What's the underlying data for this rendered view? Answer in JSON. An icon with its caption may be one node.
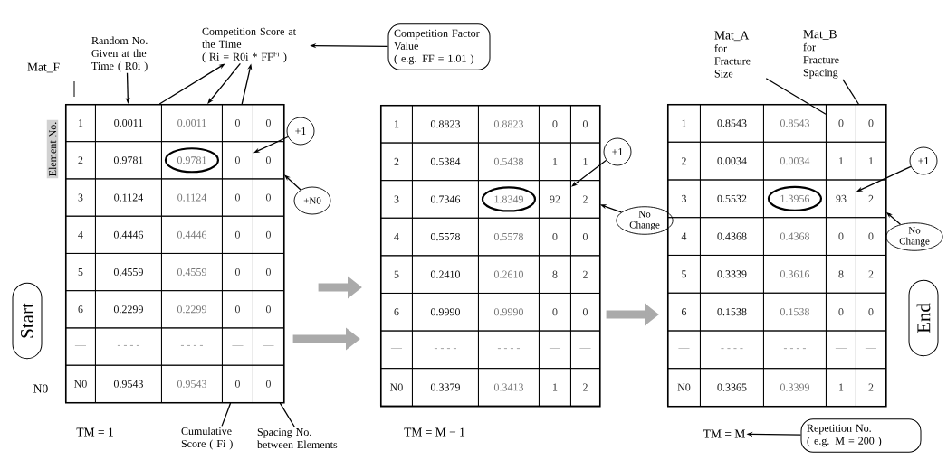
{
  "diagram": {
    "nodes": [
      {
        "text": [
          "Random No. Given at the Time ( R0i )"
        ]
      },
      {
        "text": [
          "Competition Score at the Time",
          "( Ri = R0i * FF$^{Fi}$ )"
        ]
      },
      {
        "text": [
          "Competition Factor Value",
          "( e.g.  FF = 1.01 )"
        ]
      },
      {
        "text": [
          "Mat_A",
          "for Fracture Size"
        ]
      },
      {
        "text": [
          "Mat_B",
          "for Fracture Spacing"
        ]
      },
      {
        "text": [],
        "shape": "box"
      },
      {
        "text": [
          "1"
        ],
        "in": 5
      },
      {
        "text": [
          "0.0011"
        ],
        "in": 5
      },
      {
        "text": [
          "0.0011"
        ],
        "in": 5
      },
      {
        "text": [
          "0"
        ],
        "in": 5
      },
      {
        "text": [
          "0"
        ],
        "in": 5
      },
      {
        "text": [
          "2"
        ],
        "in": 5
      },
      {
        "text": [
          "0.9781"
        ],
        "in": 5
      },
      {
        "text": [
          "0.9781"
        ],
        "in": 5
      },
      {
        "text": [
          "0"
        ],
        "in": 5
      },
      {
        "text": [
          "0"
        ],
        "in": 5
      },
      {
        "text": [
          "3"
        ],
        "in": 5
      },
      {
        "text": [
          "0.1124"
        ],
        "in": 5
      },
      {
        "text": [
          "0.1124"
        ],
        "in": 5
      },
      {
        "text": [
          "0"
        ],
        "in": 5
      },
      {
        "text": [
          "0"
        ],
        "in": 5
      },
      {
        "text": [
          "4"
        ],
        "in": 5
      },
      {
        "text": [
          "0.4446"
        ],
        "in": 5
      },
      {
        "text": [
          "0.4446"
        ],
        "in": 5
      },
      {
        "text": [
          "0"
        ],
        "in": 5
      },
      {
        "text": [
          "0"
        ],
        "in": 5
      },
      {
        "text": [
          "5"
        ],
        "in": 5
      },
      {
        "text": [
          "0.4559"
        ],
        "in": 5
      },
      {
        "text": [
          "0.4559"
        ],
        "in": 5
      },
      {
        "text": [
          "0"
        ],
        "in": 5
      },
      {
        "text": [
          "0"
        ],
        "in": 5
      },
      {
        "text": [
          "6"
        ],
        "in": 5
      },
      {
        "text": [
          "0.2299"
        ],
        "in": 5
      },
      {
        "text": [
          "0.2299"
        ],
        "in": 5
      },
      {
        "text": [
          "0"
        ],
        "in": 5
      },
      {
        "text": [
          "0"
        ],
        "in": 5
      },
      {
        "text": [
          "—"
        ],
        "in": 5
      },
      {
        "text": [
          "- - - -"
        ],
        "in": 5
      },
      {
        "text": [
          "- - - -"
        ],
        "in": 5
      },
      {
        "text": [
          "—"
        ],
        "in": 5
      },
      {
        "text": [
          "—"
        ],
        "in": 5
      },
      {
        "text": [
          "N0"
        ],
        "in": 5
      },
      {
        "text": [
          "0.9543"
        ],
        "in": 5
      },
      {
        "text": [
          "0.9543"
        ],
        "in": 5
      },
      {
        "text": [
          "0"
        ],
        "in": 5
      },
      {
        "text": [
          "0"
        ],
        "in": 5
      },
      {
        "text": [],
        "shape": "box"
      },
      {
        "text": [
          "1"
        ],
        "in": 46
      },
      {
        "text": [
          "0.8823"
        ],
        "in": 46
      },
      {
        "text": [
          "0.8823"
        ],
        "in": 46
      },
      {
        "text": [
          "0"
        ],
        "in": 46
      },
      {
        "text": [
          "0"
        ],
        "in": 46
      },
      {
        "text": [
          "2"
        ],
        "in": 46
      },
      {
        "text": [
          "0.5384"
        ],
        "in": 46
      },
      {
        "text": [
          "0.5438"
        ],
        "in": 46
      },
      {
        "text": [
          "1"
        ],
        "in": 46
      },
      {
        "text": [
          "1"
        ],
        "in": 46
      },
      {
        "text": [
          "3"
        ],
        "in": 46
      },
      {
        "text": [
          "0.7346"
        ],
        "in": 46
      },
      {
        "text": [
          "1.8349"
        ],
        "in": 46
      },
      {
        "text": [
          "92"
        ],
        "in": 46
      },
      {
        "text": [
          "2"
        ],
        "in": 46
      },
      {
        "text": [
          "4"
        ],
        "in": 46
      },
      {
        "text": [
          "0.5578"
        ],
        "in": 46
      },
      {
        "text": [
          "0.5578"
        ],
        "in": 46
      },
      {
        "text": [
          "0"
        ],
        "in": 46
      },
      {
        "text": [
          "0"
        ],
        "in": 46
      },
      {
        "text": [
          "5"
        ],
        "in": 46
      },
      {
        "text": [
          "0.2410"
        ],
        "in": 46
      },
      {
        "text": [
          "0.2610"
        ],
        "in": 46
      },
      {
        "text": [
          "8"
        ],
        "in": 46
      },
      {
        "text": [
          "2"
        ],
        "in": 46
      },
      {
        "text": [
          "6"
        ],
        "in": 46
      },
      {
        "text": [
          "0.9990"
        ],
        "in": 46
      },
      {
        "text": [
          "0.9990"
        ],
        "in": 46
      },
      {
        "text": [
          "0"
        ],
        "in": 46
      },
      {
        "text": [
          "0"
        ],
        "in": 46
      },
      {
        "text": [
          "—"
        ],
        "in": 46
      },
      {
        "text": [
          "- - - -"
        ],
        "in": 46
      },
      {
        "text": [
          "- - - -"
        ],
        "in": 46
      },
      {
        "text": [
          "—"
        ],
        "in": 46
      },
      {
        "text": [
          "—"
        ],
        "in": 46
      },
      {
        "text": [
          "N0"
        ],
        "in": 46
      },
      {
        "text": [
          "0.3379"
        ],
        "in": 46
      },
      {
        "text": [
          "0.3413"
        ],
        "in": 46
      },
      {
        "text": [
          "1"
        ],
        "in": 46
      },
      {
        "text": [
          "2"
        ],
        "in": 46
      },
      {
        "text": [],
        "shape": "box"
      },
      {
        "text": [
          "1"
        ],
        "in": 87
      },
      {
        "text": [
          "0.8543"
        ],
        "in": 87
      },
      {
        "text": [
          "0.8543"
        ],
        "in": 87
      },
      {
        "text": [
          "0"
        ],
        "in": 87
      },
      {
        "text": [
          "0"
        ],
        "in": 87
      },
      {
        "text": [
          "2"
        ],
        "in": 87
      },
      {
        "text": [
          "0.0034"
        ],
        "in": 87
      },
      {
        "text": [
          "0.0034"
        ],
        "in": 87
      },
      {
        "text": [
          "1"
        ],
        "in": 87
      },
      {
        "text": [
          "1"
        ],
        "in": 87
      },
      {
        "text": [
          "3"
        ],
        "in": 87
      },
      {
        "text": [
          "0.5532"
        ],
        "in": 87
      },
      {
        "text": [
          "1.3956"
        ],
        "in": 87
      },
      {
        "text": [
          "93"
        ],
        "in": 87
      },
      {
        "text": [
          "2"
        ],
        "in": 87
      },
      {
        "text": [
          "4"
        ],
        "in": 87
      },
      {
        "text": [
          "0.4368"
        ],
        "in": 87
      },
      {
        "text": [
          "0.4368"
        ],
        "in": 87
      },
      {
        "text": [
          "0"
        ],
        "in": 87
      },
      {
        "text": [
          "0"
        ],
        "in": 87
      },
      {
        "text": [
          "5"
        ],
        "in": 87
      },
      {
        "text": [
          "0.3339"
        ],
        "in": 87
      },
      {
        "text": [
          "0.3616"
        ],
        "in": 87
      },
      {
        "text": [
          "8"
        ],
        "in": 87
      },
      {
        "text": [
          "2"
        ],
        "in": 87
      },
      {
        "text": [
          "6"
        ],
        "in": 87
      },
      {
        "text": [
          "0.1538"
        ],
        "in": 87
      },
      {
        "text": [
          "0.1538"
        ],
        "in": 87
      },
      {
        "text": [
          "0"
        ],
        "in": 87
      },
      {
        "text": [
          "0"
        ],
        "in": 87
      },
      {
        "text": [
          "—"
        ],
        "in": 87
      },
      {
        "text": [
          "- - - -"
        ],
        "in": 87
      },
      {
        "text": [
          "- - - -"
        ],
        "in": 87
      },
      {
        "text": [
          "—"
        ],
        "in": 87
      },
      {
        "text": [
          "—"
        ],
        "in": 87
      },
      {
        "text": [
          "N0"
        ],
        "in": 87
      },
      {
        "text": [
          "0.3365"
        ],
        "in": 87
      },
      {
        "text": [
          "0.3399"
        ],
        "in": 87
      },
      {
        "text": [
          "1"
        ],
        "in": 87
      },
      {
        "text": [
          "2"
        ],
        "in": 87
      },
      {
        "text": [
          "+1"
        ]
      },
      {
        "text": [
          "+N0"
        ]
      },
      {
        "text": [
          "+1"
        ]
      },
      {
        "text": [
          "No Change"
        ]
      },
      {
        "text": [
          "+1"
        ]
      },
      {
        "text": [
          "No Change"
        ]
      },
      {
        "text": [
          "Start"
        ]
      },
      {
        "text": [
          "End"
        ]
      },
      {
        "text": [
          "Cumulative Score ( Fi )"
        ]
      },
      {
        "text": [
          "Spacing No. between Elements"
        ]
      },
      {
        "text": [
          "TM = M"
        ]
      },
      {
        "text": [
          "Repetition No.",
          "( e.g. M = 200 )"
        ]
      }
    ],
    "edges": [
      {
        "from": 0,
        "to": 7,
        "arrow": "to"
      },
      {
        "from": 1,
        "to": 8,
        "arrow": "to"
      },
      {
        "from": 7,
        "to": 1,
        "arrow": "to"
      },
      {
        "from": 9,
        "to": 1,
        "arrow": "to"
      },
      {
        "from": 2,
        "to": 1,
        "arrow": "to"
      },
      {
        "from": 128,
        "to": 14,
        "arrow": "to"
      },
      {
        "from": 129,
        "to": 15,
        "arrow": "to"
      },
      {
        "from": 136,
        "to": 44,
        "arrow": "none"
      },
      {
        "from": 137,
        "to": 45,
        "arrow": "none"
      },
      {
        "from": 5,
        "to": 46,
        "arrow": "to",
        "style": "thick",
        "color": "#aaaaaa"
      },
      {
        "from": 5,
        "to": 46,
        "arrow": "to",
        "style": "thick",
        "color": "#aaaaaa"
      },
      {
        "from": 46,
        "to": 87,
        "arrow": "to",
        "style": "thick",
        "color": "#aaaaaa"
      },
      {
        "from": 130,
        "to": 60,
        "arrow": "to"
      },
      {
        "from": 131,
        "to": 61,
        "arrow": "to"
      },
      {
        "from": 3,
        "to": 91,
        "arrow": "none"
      },
      {
        "from": 4,
        "to": 92,
        "arrow": "none"
      },
      {
        "from": 132,
        "to": 101,
        "arrow": "to"
      },
      {
        "from": 133,
        "to": 102,
        "arrow": "to"
      },
      {
        "from": 139,
        "to": 138,
        "arrow": "to"
      }
    ],
    "labels": [
      "Mat_F",
      "Element No.",
      "N0",
      "TM = 1",
      "TM = M − 1"
    ]
  }
}
